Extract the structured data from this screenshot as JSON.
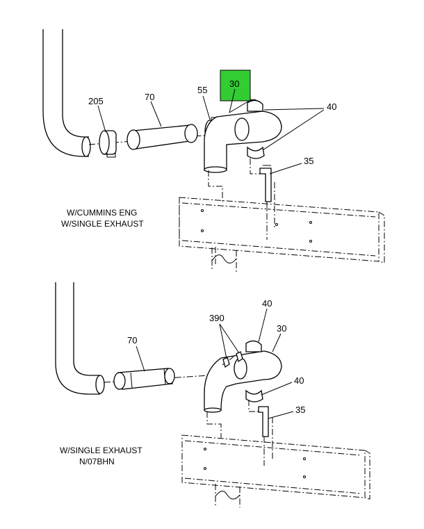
{
  "diagram1": {
    "caption_line1": "W/CUMMINS ENG",
    "caption_line2": "W/SINGLE EXHAUST",
    "callouts": {
      "c205": "205",
      "c70": "70",
      "c55": "55",
      "c30": "30",
      "c40": "40",
      "c35": "35"
    },
    "highlight_color": "#33cc33"
  },
  "diagram2": {
    "caption_line1": "W/SINGLE EXHAUST",
    "caption_line2": "N/07BHN",
    "callouts": {
      "c70": "70",
      "c390": "390",
      "c40_top": "40",
      "c30": "30",
      "c40_bottom": "40",
      "c35": "35"
    }
  }
}
